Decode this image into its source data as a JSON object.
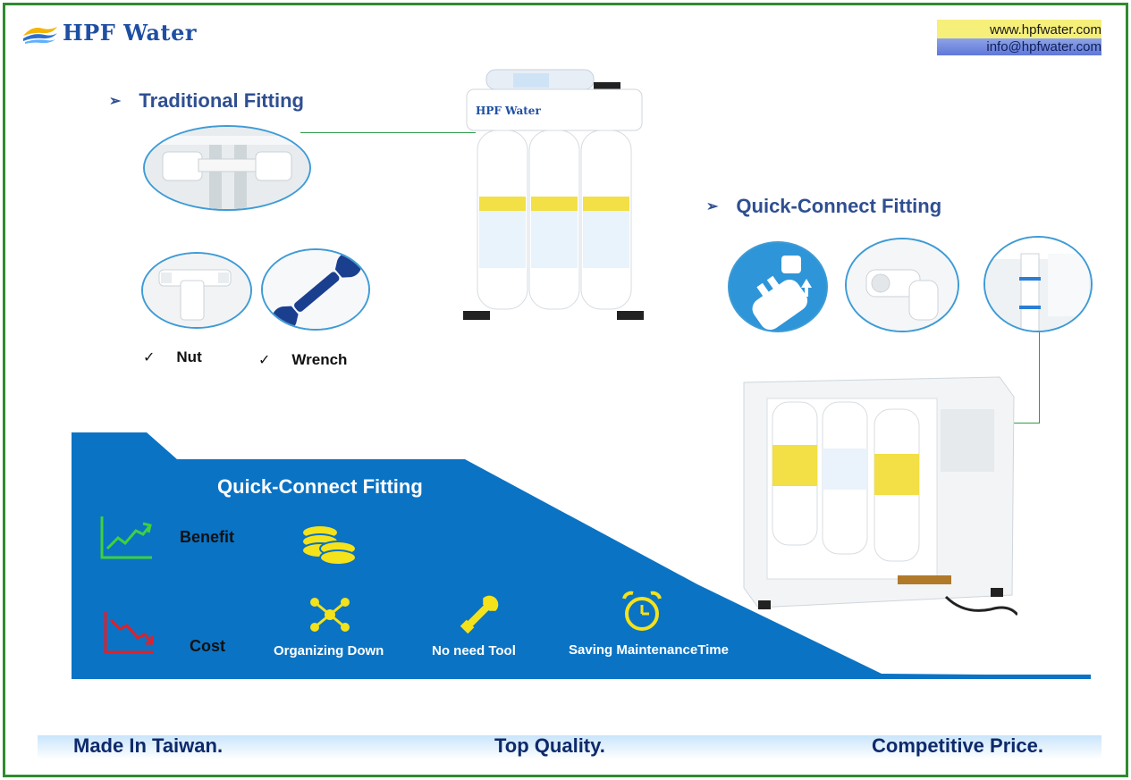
{
  "brand": {
    "name": "HPF Water"
  },
  "contact": {
    "website": "www.hpfwater.com",
    "email": "info@hpfwater.com"
  },
  "traditional": {
    "title": "Traditional Fitting",
    "bullet_icon": "arrowhead-bullet",
    "items": [
      {
        "check": "✓",
        "label": "Nut"
      },
      {
        "check": "✓",
        "label": "Wrench"
      }
    ]
  },
  "quick_connect": {
    "title": "Quick-Connect Fitting",
    "bullet_icon": "arrowhead-bullet"
  },
  "banner": {
    "title": "Quick-Connect Fitting",
    "benefit_label": "Benefit",
    "cost_label": "Cost",
    "features": [
      {
        "label": "Organizing Down",
        "icon": "network-icon"
      },
      {
        "label": "No need Tool",
        "icon": "wrench-icon"
      },
      {
        "label": "Saving MaintenanceTime",
        "icon": "alarm-clock-icon"
      }
    ],
    "colors": {
      "banner_blue": "#0b73c4",
      "icon_yellow": "#f4e21a",
      "trend_up": "#3ed13e",
      "trend_down": "#e0202a"
    }
  },
  "product_label": {
    "brand_text": "HPF Water"
  },
  "footer": {
    "left": "Made In Taiwan.",
    "center": "Top Quality.",
    "right": "Competitive Price."
  }
}
